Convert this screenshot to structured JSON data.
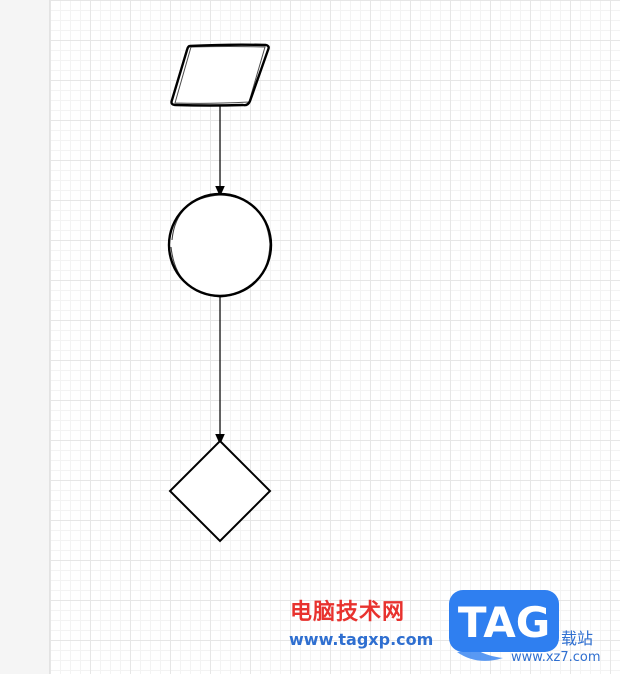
{
  "diagram": {
    "shapes": [
      {
        "type": "parallelogram",
        "label": ""
      },
      {
        "type": "circle",
        "label": ""
      },
      {
        "type": "diamond",
        "label": ""
      }
    ],
    "connectors": [
      {
        "from": 0,
        "to": 1,
        "style": "arrow"
      },
      {
        "from": 1,
        "to": 2,
        "style": "arrow"
      }
    ],
    "stroke_color": "#000000",
    "grid_color": "#e6e6e6",
    "background_color": "#ffffff"
  },
  "watermark": {
    "site_name": "电脑技术网",
    "site_url": "www.tagxp.com",
    "logo_text": "TAG",
    "side_text": "载站",
    "side_url": "www.xz7.com",
    "logo_color": "#2f7ff0"
  }
}
